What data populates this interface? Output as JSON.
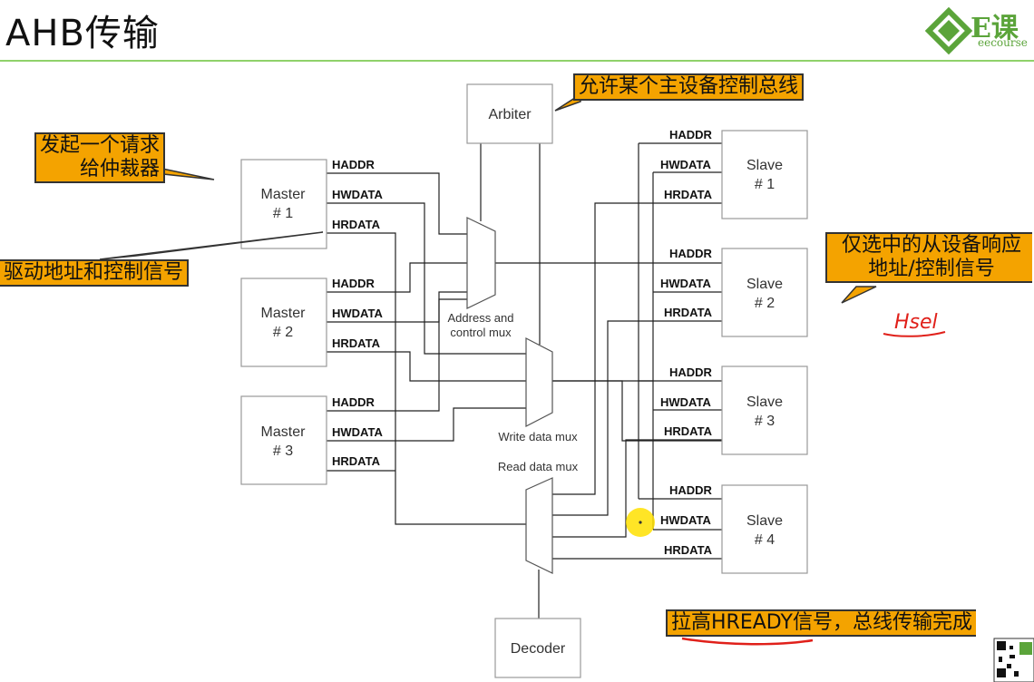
{
  "title": "AHB传输",
  "logo": {
    "mark": "E课",
    "sub": "eecourse"
  },
  "blocks": {
    "arbiter": "Arbiter",
    "decoder": "Decoder",
    "master_label": "Master",
    "masters": [
      "# 1",
      "# 2",
      "# 3"
    ],
    "slave_label": "Slave",
    "slaves": [
      "# 1",
      "# 2",
      "# 3",
      "# 4"
    ]
  },
  "signals": {
    "haddr": "HADDR",
    "hwdata": "HWDATA",
    "hrdata": "HRDATA"
  },
  "mux": {
    "address_line1": "Address and",
    "address_line2": "control mux",
    "write": "Write data mux",
    "read": "Read data mux"
  },
  "annotations": {
    "arbiter_note": "允许某个主设备控制总线",
    "request_line1": "发起一个请求",
    "request_line2": "给仲裁器",
    "drive_note": "驱动地址和控制信号",
    "slave_line1": "仅选中的从设备响应",
    "slave_line2": "地址/控制信号",
    "handwritten": "Hsel",
    "hready_note": "拉高HREADY信号，总线传输完成"
  },
  "colors": {
    "callout": "#f4a300",
    "rule": "#8fd16a",
    "ink": "#e0201a",
    "logo": "#5ba43a"
  }
}
